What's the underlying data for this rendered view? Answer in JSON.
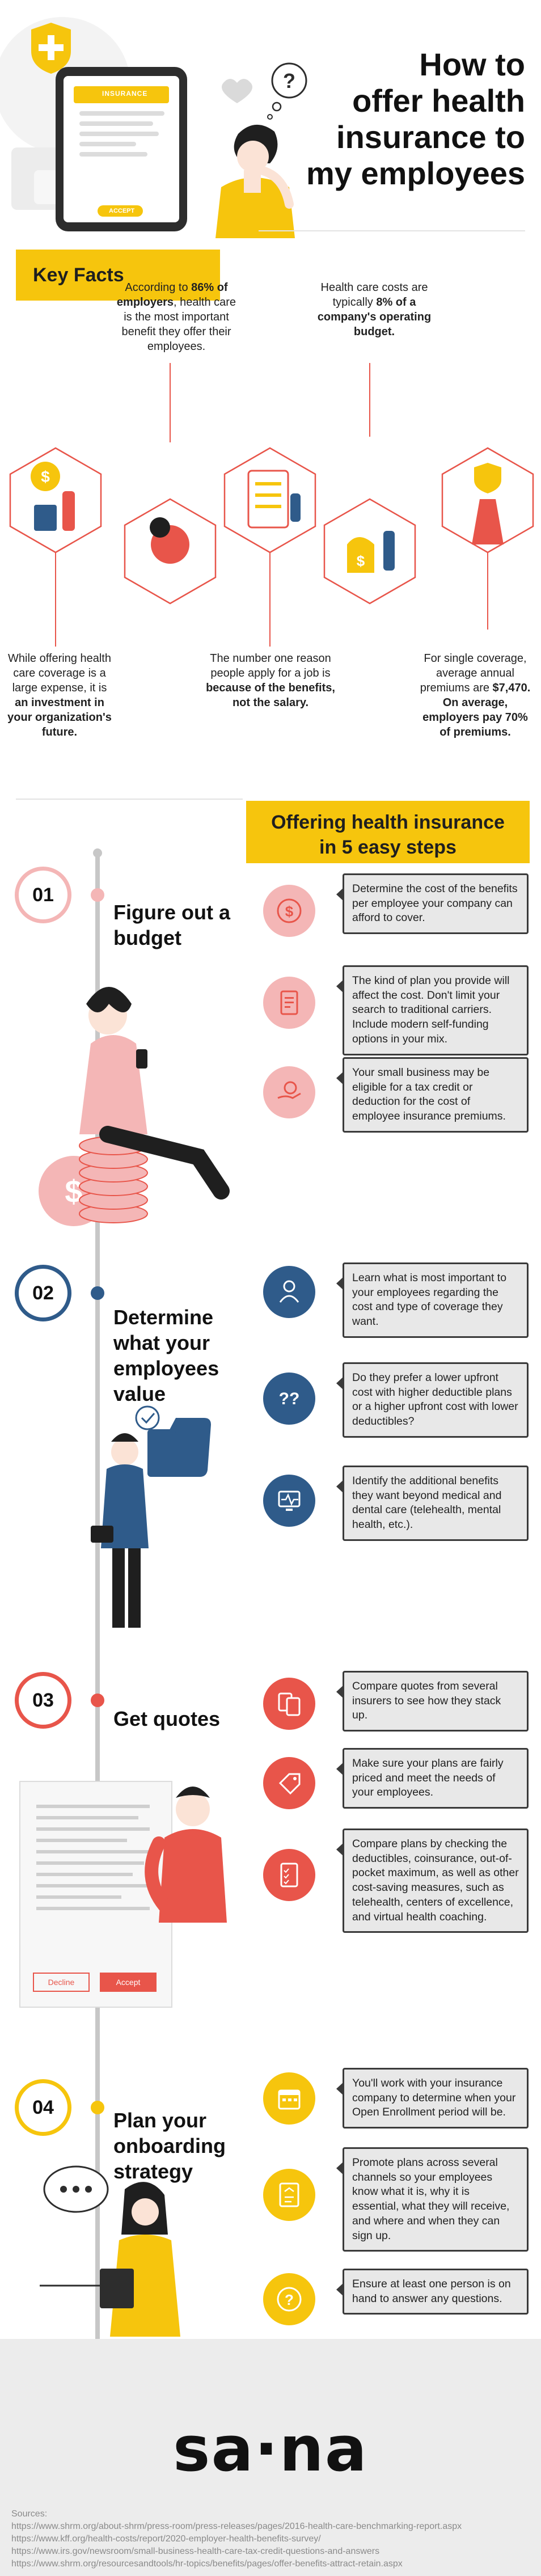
{
  "header": {
    "title_lines": [
      "How to",
      "offer health",
      "insurance to",
      "my employees"
    ],
    "insurance_card_label": "INSURANCE",
    "accept_label": "ACCEPT"
  },
  "key_facts": {
    "banner": "Key Facts",
    "fact1": {
      "pre": "According to ",
      "bold1": "86% of employers",
      "post": ", health care is the most important benefit they offer their employees."
    },
    "fact2": {
      "pre": "Health care costs are typically ",
      "bold1": "8% of a company's operating budget."
    },
    "fact3": {
      "pre": "While offering health care coverage is a large expense, it is ",
      "bold1": "an investment in your organization's future."
    },
    "fact4": {
      "pre": "The number one reason people apply for a job is ",
      "bold1": "because of the benefits, not the salary."
    },
    "fact5": {
      "pre": "For single coverage, average annual premiums are ",
      "bold1": "$7,470. On average, employers pay 70% of premiums."
    }
  },
  "steps_banner": {
    "line1": "Offering health insurance",
    "line2": "in 5 easy steps"
  },
  "steps": [
    {
      "number": "01",
      "title": "Figure out a budget",
      "tips": [
        "Determine the cost of the benefits per employee your company can afford to cover.",
        "The kind of plan you provide will affect the cost. Don't limit your search to traditional carriers. Include modern self-funding options in your mix.",
        "Your small business may be eligible for a tax credit or deduction for the cost of employee insurance premiums."
      ]
    },
    {
      "number": "02",
      "title": "Determine what your employees value",
      "tips": [
        "Learn what is most important to your employees regarding the cost and type of coverage they want.",
        "Do they prefer a lower upfront cost with higher deductible plans or a higher upfront cost with lower deductibles?",
        "Identify the additional benefits they want beyond medical and dental care (telehealth, mental health, etc.)."
      ]
    },
    {
      "number": "03",
      "title": "Get quotes",
      "decline_label": "Decline",
      "accept_label": "Accept",
      "tips": [
        "Compare quotes from several insurers to see how they stack up.",
        "Make sure your plans are fairly priced and meet the needs of your employees.",
        "Compare plans by checking the deductibles, coinsurance, out-of-pocket maximum, as well as other cost-saving measures, such as telehealth, centers of excellence, and virtual health coaching."
      ]
    },
    {
      "number": "04",
      "title": "Plan your onboarding strategy",
      "tips": [
        "You'll work with your insurance company to determine when your Open Enrollment period will be.",
        "Promote plans across several channels so your employees know what it is, why it is essential, what they will receive, and where and when they can sign up.",
        "Ensure at least one person is on hand to answer any questions."
      ]
    }
  ],
  "footer": {
    "logo": "sa·na",
    "sources_label": "Sources:",
    "sources": [
      "https://www.shrm.org/about-shrm/press-room/press-releases/pages/2016-health-care-benchmarking-report.aspx",
      "https://www.kff.org/health-costs/report/2020-employer-health-benefits-survey/",
      "https://www.irs.gov/newsroom/small-business-health-care-tax-credit-questions-and-answers",
      "https://www.shrm.org/resourcesandtools/hr-topics/benefits/pages/offer-benefits-attract-retain.aspx"
    ]
  },
  "colors": {
    "yellow": "#f6c50d",
    "coral": "#e8554a",
    "blue": "#2f5b8a",
    "pink": "#f4b6b6",
    "gray_tip": "#e8e8e8"
  }
}
